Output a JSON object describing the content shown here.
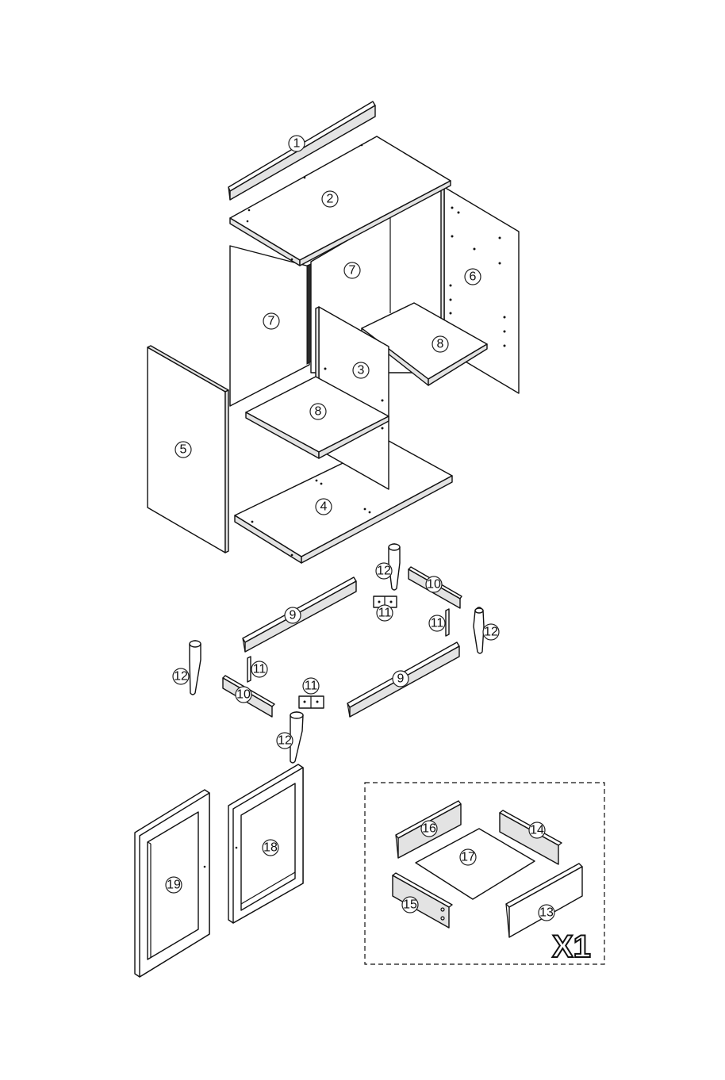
{
  "parts": [
    {
      "id": "part-1",
      "label": "1"
    },
    {
      "id": "part-2",
      "label": "2"
    },
    {
      "id": "part-3",
      "label": "3"
    },
    {
      "id": "part-4",
      "label": "4"
    },
    {
      "id": "part-5",
      "label": "5"
    },
    {
      "id": "part-6",
      "label": "6"
    },
    {
      "id": "part-7a",
      "label": "7"
    },
    {
      "id": "part-7b",
      "label": "7"
    },
    {
      "id": "part-8a",
      "label": "8"
    },
    {
      "id": "part-8b",
      "label": "8"
    },
    {
      "id": "part-9a",
      "label": "9"
    },
    {
      "id": "part-9b",
      "label": "9"
    },
    {
      "id": "part-10a",
      "label": "10"
    },
    {
      "id": "part-10b",
      "label": "10"
    },
    {
      "id": "part-11a",
      "label": "11"
    },
    {
      "id": "part-11b",
      "label": "11"
    },
    {
      "id": "part-11c",
      "label": "11"
    },
    {
      "id": "part-11d",
      "label": "11"
    },
    {
      "id": "part-12a",
      "label": "12"
    },
    {
      "id": "part-12b",
      "label": "12"
    },
    {
      "id": "part-12c",
      "label": "12"
    },
    {
      "id": "part-12d",
      "label": "12"
    },
    {
      "id": "part-13",
      "label": "13"
    },
    {
      "id": "part-14",
      "label": "14"
    },
    {
      "id": "part-15",
      "label": "15"
    },
    {
      "id": "part-16",
      "label": "16"
    },
    {
      "id": "part-17",
      "label": "17"
    },
    {
      "id": "part-18",
      "label": "18"
    },
    {
      "id": "part-19",
      "label": "19"
    }
  ],
  "drawer_box": {
    "quantity_label": "X1"
  }
}
